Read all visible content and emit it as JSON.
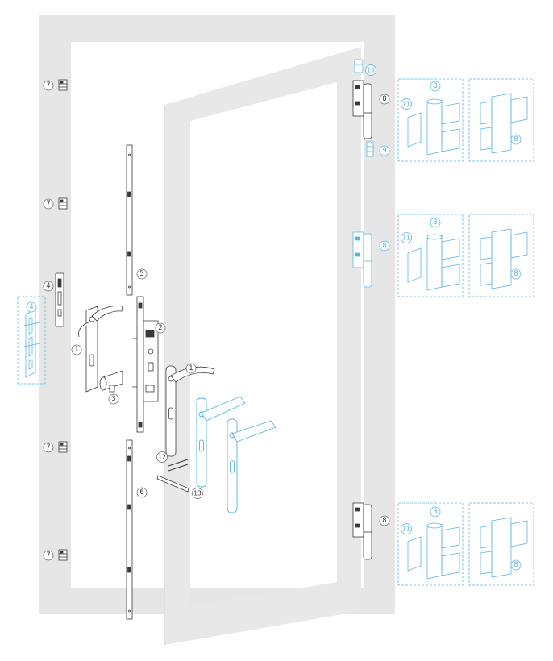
{
  "colors": {
    "frame": "#e6e6e7",
    "line": "#3a3a3a",
    "accent": "#57b6e2",
    "metal": "#8a8a8a",
    "label_circle": "#707070"
  },
  "callouts": {
    "c1": "1",
    "c2": "2",
    "c3": "3",
    "c4": "4",
    "c5": "5",
    "c6": "6",
    "c7": "7",
    "c8": "8",
    "c9": "9",
    "c10": "10",
    "c11": "11",
    "c12": "12",
    "c13": "13"
  }
}
